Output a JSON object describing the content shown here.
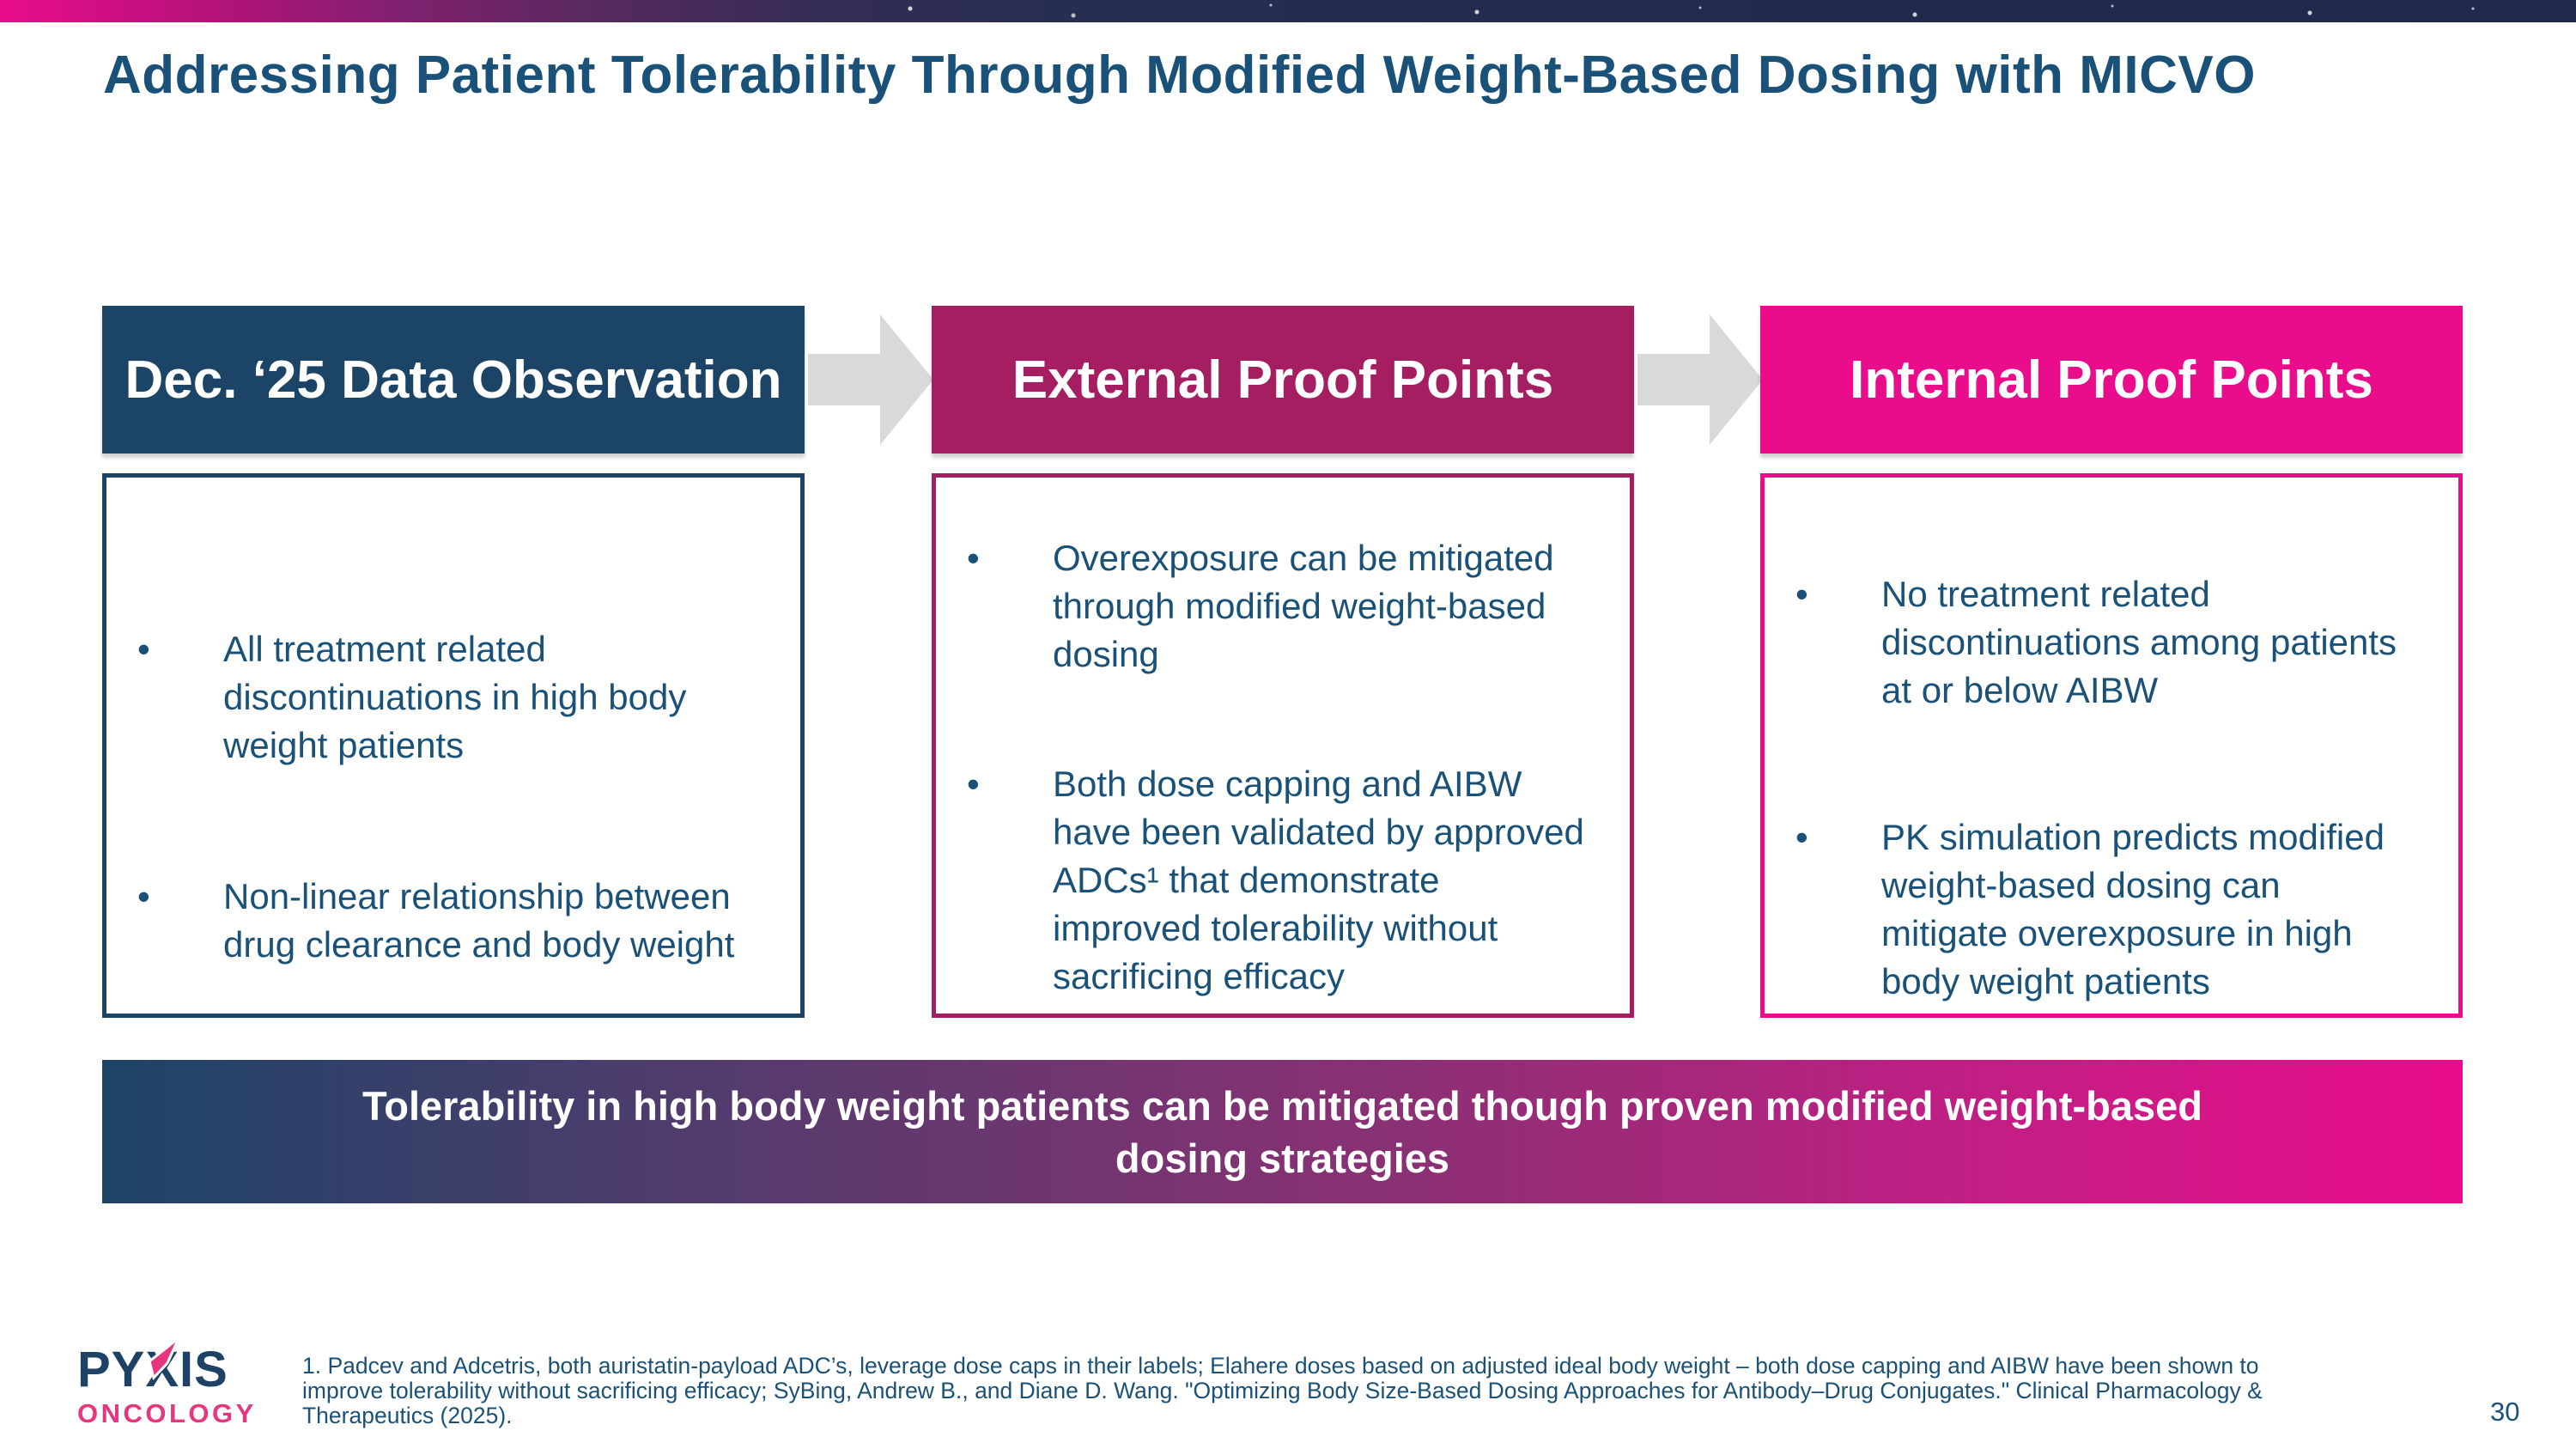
{
  "slide": {
    "title": "Addressing Patient Tolerability Through Modified Weight-Based Dosing with MICVO",
    "page_number": "30"
  },
  "columns": [
    {
      "header": "Dec. ‘25 Data Observation",
      "bullets": [
        "All treatment related\ndiscontinuations in high body\nweight patients",
        "Non-linear relationship between\ndrug clearance and body weight"
      ]
    },
    {
      "header": "External Proof Points",
      "bullets": [
        "Overexposure can be mitigated\nthrough modified weight-based\ndosing",
        "Both  dose capping and AIBW\nhave been validated by approved\nADCs¹ that demonstrate\nimproved tolerability without\nsacrificing efficacy"
      ]
    },
    {
      "header": "Internal Proof Points",
      "bullets": [
        "No treatment related\ndiscontinuations among patients\nat or below AIBW",
        "PK simulation predicts modified\nweight-based dosing can\nmitigate overexposure in high\nbody weight patients"
      ]
    }
  ],
  "banner": {
    "text": "Tolerability in high body weight patients can be mitigated though proven modified weight-based\ndosing strategies"
  },
  "footer": {
    "logo_text": "PYXIS",
    "logo_subtext": "ONCOLOGY",
    "footnote": "1. Padcev and Adcetris, both auristatin-payload ADC’s, leverage dose caps in their labels; Elahere doses based on adjusted ideal body weight – both dose capping and AIBW have been shown to\nimprove tolerability without sacrificing efficacy; SyBing, Andrew B., and Diane D. Wang. \"Optimizing Body Size-Based Dosing Approaches for Antibody–Drug Conjugates.\" Clinical Pharmacology &\nTherapeutics (2025)."
  },
  "colors": {
    "navy_box": "#1c4466",
    "navy_text": "#1a5178",
    "navy_gradient_start": "#1d4467",
    "crimson_box": "#a41e61",
    "pink_box": "#e90c8b",
    "arrow_gray": "#d9d9d9",
    "logo_navy": "#1e4265",
    "logo_pink": "#e8357f"
  }
}
